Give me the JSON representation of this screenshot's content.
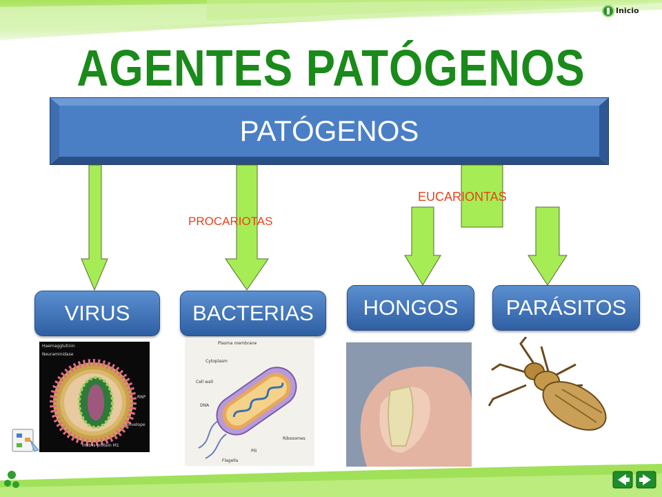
{
  "header": {
    "title": "AGENTES PATÓGENOS",
    "inicio_label": "Inicio"
  },
  "diagram": {
    "root": "PATÓGENOS",
    "group_labels": {
      "prokaryotes": "PROCARIOTAS",
      "eukaryotes": "EUCARIONTAS"
    },
    "nodes": {
      "virus": "VIRUS",
      "bacteria": "BACTERIAS",
      "fungi": "HONGOS",
      "parasites": "PARÁSITOS"
    }
  },
  "figures": {
    "virus_labels": [
      "Haemagglutinin",
      "Neuraminidase",
      "RNP",
      "envelope",
      "matrix protein M1"
    ],
    "bacteria_labels": [
      "Plasma membrane",
      "Cytoplasm",
      "Cell wall",
      "DNA",
      "Ribosomes",
      "Pili",
      "Flagella"
    ]
  },
  "colors": {
    "title": "#1a8a1a",
    "node_fill": "#4a7fc6",
    "arrow_fill": "#a6ec54",
    "label_red": "#e8401c",
    "band_green": "#8fdc3c"
  },
  "icons": {
    "home": "home-icon",
    "back": "arrow-left-icon",
    "next": "arrow-right-icon",
    "logo": "green-logo-icon",
    "clipboard": "diagram-clipboard-icon"
  }
}
